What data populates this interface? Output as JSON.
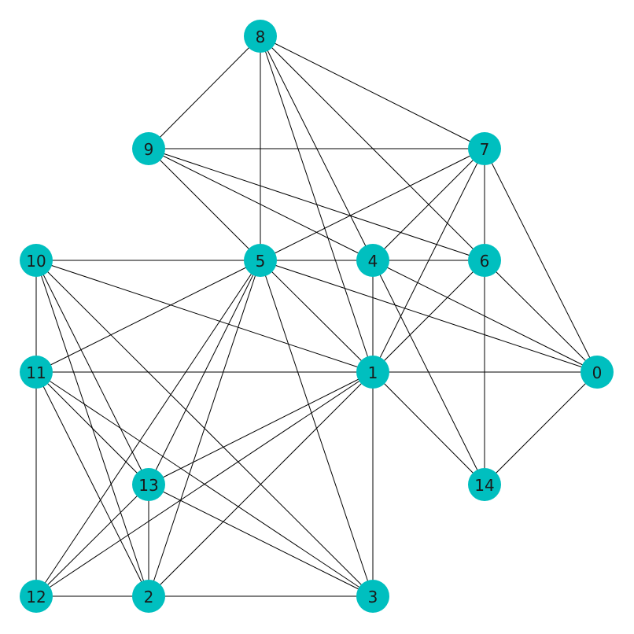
{
  "colors": {
    "node": "#00bfbf",
    "edge": "#000000",
    "label": "#1a1a1a"
  },
  "nodes": [
    {
      "id": "0",
      "label": "0"
    },
    {
      "id": "1",
      "label": "1"
    },
    {
      "id": "2",
      "label": "2"
    },
    {
      "id": "3",
      "label": "3"
    },
    {
      "id": "4",
      "label": "4"
    },
    {
      "id": "5",
      "label": "5"
    },
    {
      "id": "6",
      "label": "6"
    },
    {
      "id": "7",
      "label": "7"
    },
    {
      "id": "8",
      "label": "8"
    },
    {
      "id": "9",
      "label": "9"
    },
    {
      "id": "10",
      "label": "10"
    },
    {
      "id": "11",
      "label": "11"
    },
    {
      "id": "12",
      "label": "12"
    },
    {
      "id": "13",
      "label": "13"
    },
    {
      "id": "14",
      "label": "14"
    }
  ],
  "edges": [
    [
      "8",
      "9"
    ],
    [
      "8",
      "5"
    ],
    [
      "8",
      "7"
    ],
    [
      "8",
      "4"
    ],
    [
      "8",
      "6"
    ],
    [
      "8",
      "1"
    ],
    [
      "9",
      "7"
    ],
    [
      "9",
      "5"
    ],
    [
      "9",
      "4"
    ],
    [
      "9",
      "6"
    ],
    [
      "7",
      "5"
    ],
    [
      "7",
      "4"
    ],
    [
      "7",
      "6"
    ],
    [
      "7",
      "1"
    ],
    [
      "7",
      "0"
    ],
    [
      "10",
      "5"
    ],
    [
      "10",
      "1"
    ],
    [
      "10",
      "11"
    ],
    [
      "10",
      "13"
    ],
    [
      "10",
      "2"
    ],
    [
      "10",
      "3"
    ],
    [
      "5",
      "4"
    ],
    [
      "5",
      "1"
    ],
    [
      "5",
      "0"
    ],
    [
      "5",
      "11"
    ],
    [
      "5",
      "13"
    ],
    [
      "5",
      "12"
    ],
    [
      "5",
      "2"
    ],
    [
      "5",
      "3"
    ],
    [
      "4",
      "6"
    ],
    [
      "4",
      "1"
    ],
    [
      "4",
      "0"
    ],
    [
      "4",
      "14"
    ],
    [
      "6",
      "1"
    ],
    [
      "6",
      "0"
    ],
    [
      "6",
      "14"
    ],
    [
      "11",
      "1"
    ],
    [
      "11",
      "13"
    ],
    [
      "11",
      "12"
    ],
    [
      "11",
      "2"
    ],
    [
      "11",
      "3"
    ],
    [
      "1",
      "0"
    ],
    [
      "1",
      "14"
    ],
    [
      "1",
      "13"
    ],
    [
      "1",
      "12"
    ],
    [
      "1",
      "2"
    ],
    [
      "1",
      "3"
    ],
    [
      "0",
      "14"
    ],
    [
      "13",
      "12"
    ],
    [
      "13",
      "2"
    ],
    [
      "13",
      "3"
    ],
    [
      "12",
      "2"
    ],
    [
      "2",
      "3"
    ]
  ]
}
